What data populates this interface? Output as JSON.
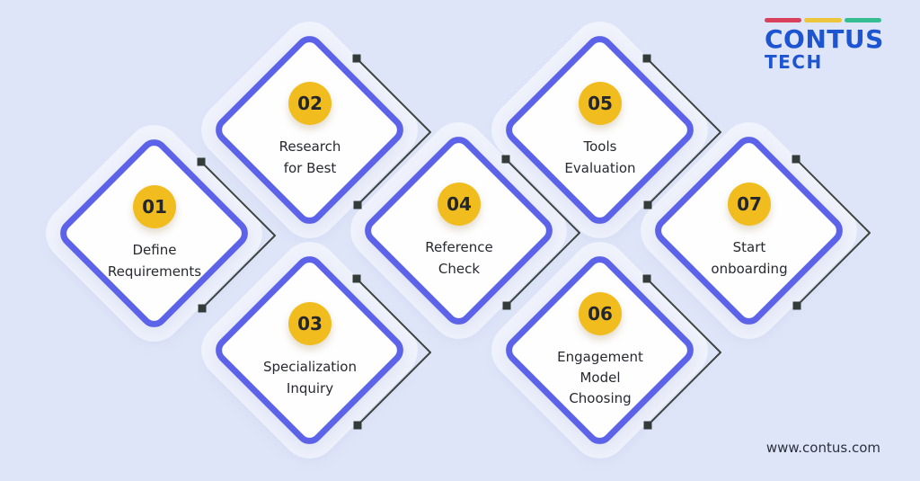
{
  "logo": {
    "brand": "CONTUS",
    "sub": "TECH",
    "text_color": "#1d54d1",
    "bar_colors": [
      "#d8405c",
      "#edc53d",
      "#36bd92"
    ]
  },
  "footer": {
    "website": "www.contus.com"
  },
  "steps": [
    {
      "number": "01",
      "label": "Define\nRequirements"
    },
    {
      "number": "02",
      "label": "Research\nfor Best"
    },
    {
      "number": "03",
      "label": "Specialization\nInquiry"
    },
    {
      "number": "04",
      "label": "Reference\nCheck"
    },
    {
      "number": "05",
      "label": "Tools\nEvaluation"
    },
    {
      "number": "06",
      "label": "Engagement\nModel\nChoosing"
    },
    {
      "number": "07",
      "label": "Start\nonboarding"
    }
  ],
  "colors": {
    "background": "#dee5f8",
    "diamond_border": "#5d63e8",
    "diamond_fill": "#fefeff",
    "badge": "#f1bd1e",
    "label_text": "#26292f",
    "connector": "#3e4440"
  }
}
